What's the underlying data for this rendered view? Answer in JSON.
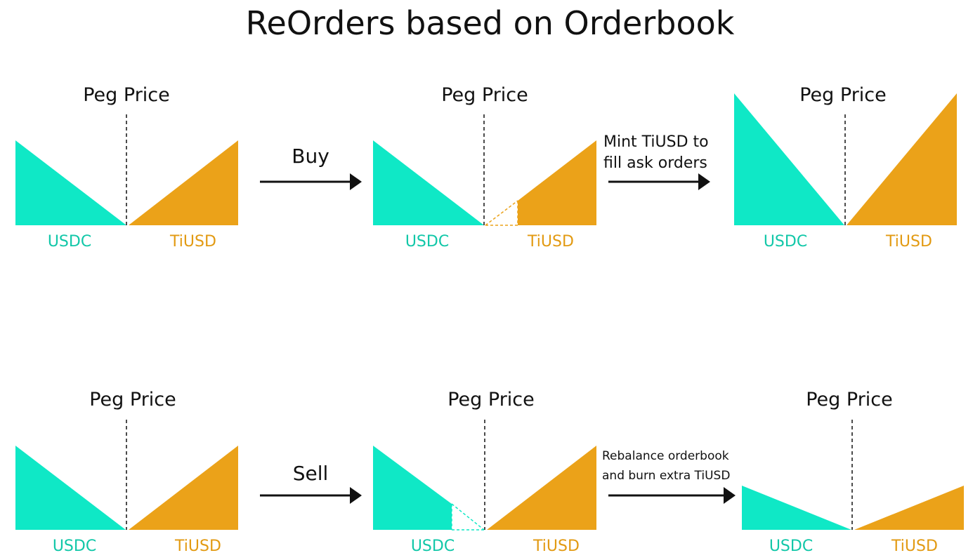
{
  "title": "ReOrders based on Orderbook",
  "colors": {
    "usdc": "#0fe8c6",
    "tiusd": "#eba219",
    "usdc_text": "#11c7a8",
    "tiusd_text": "#e29a12",
    "line": "#111111"
  },
  "labels": {
    "peg_price": "Peg Price",
    "usdc": "USDC",
    "tiusd": "TiUSD"
  },
  "top_row": {
    "action": "Buy",
    "note_line1": "Mint TiUSD to",
    "note_line2": "fill ask orders"
  },
  "bottom_row": {
    "action": "Sell",
    "note_line1": "Rebalance orderbook",
    "note_line2": "and burn extra TiUSD"
  }
}
